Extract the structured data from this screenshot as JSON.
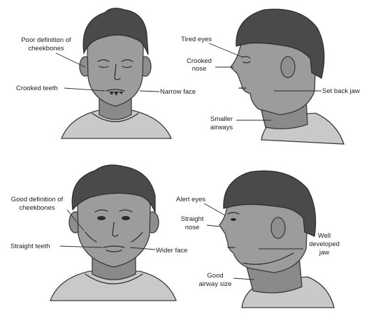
{
  "colors": {
    "skin": "#9c9c9c",
    "skin_shade": "#828282",
    "hair": "#4a4a4a",
    "shirt": "#c9c9c9",
    "line": "#2a2a2a",
    "background": "#ffffff"
  },
  "panels": {
    "top_front": {
      "labels": {
        "cheekbones_l1": "Poor definition of",
        "cheekbones_l2": "cheekbones",
        "teeth": "Crooked teeth",
        "face": "Narrow face"
      }
    },
    "top_side": {
      "labels": {
        "eyes": "Tired eyes",
        "nose_l1": "Crooked",
        "nose_l2": "nose",
        "jaw": "Set back jaw",
        "airways_l1": "Smaller",
        "airways_l2": "airways"
      }
    },
    "bottom_front": {
      "labels": {
        "cheekbones_l1": "Good definition of",
        "cheekbones_l2": "cheekbones",
        "teeth": "Straight teeth",
        "face": "Wider face"
      }
    },
    "bottom_side": {
      "labels": {
        "eyes": "Alert eyes",
        "nose_l1": "Straight",
        "nose_l2": "nose",
        "jaw_l1": "Well",
        "jaw_l2": "developed",
        "jaw_l3": "jaw",
        "airway_l1": "Good",
        "airway_l2": "airway size"
      }
    }
  }
}
